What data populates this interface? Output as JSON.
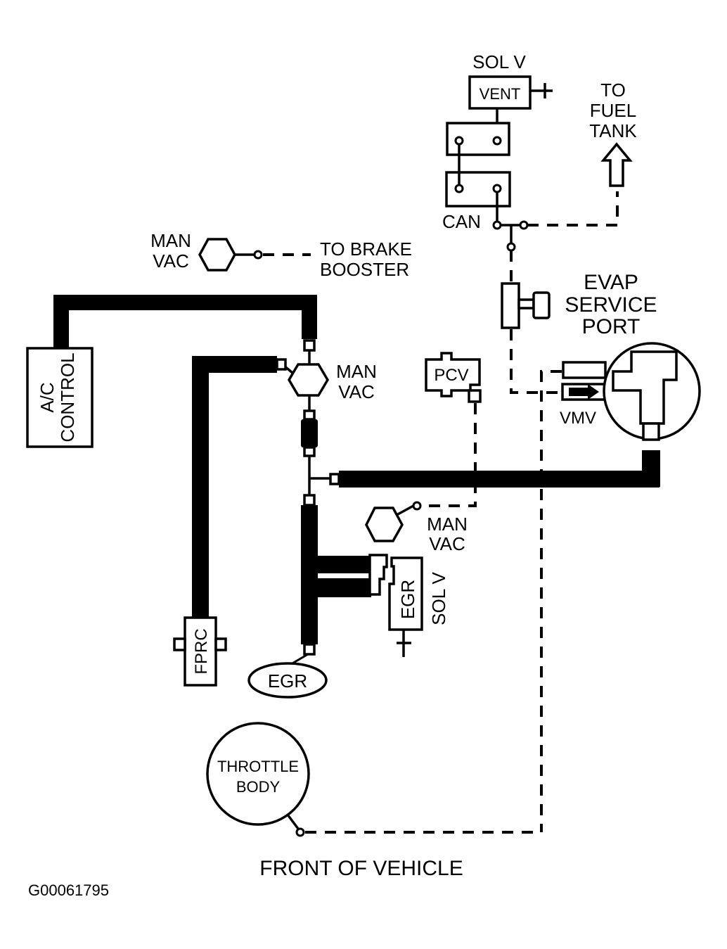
{
  "diagram": {
    "figure_id": "G00061795",
    "footer_caption": "FRONT OF VEHICLE",
    "components": {
      "vent_solenoid": {
        "caption": "SOL V",
        "label": "VENT",
        "power": "+"
      },
      "canister": {
        "label": "CAN"
      },
      "fuel_tank": {
        "line1": "TO",
        "line2": "FUEL",
        "line3": "TANK"
      },
      "evap_service_port": {
        "line1": "EVAP",
        "line2": "SERVICE",
        "line3": "PORT"
      },
      "vmv": {
        "label": "VMV"
      },
      "man_vac_brake": {
        "line1": "MAN",
        "line2": "VAC"
      },
      "brake_booster": {
        "line1": "TO BRAKE",
        "line2": "BOOSTER"
      },
      "ac_control": {
        "line1": "A/C",
        "line2": "CONTROL"
      },
      "man_vac_center": {
        "line1": "MAN",
        "line2": "VAC"
      },
      "pcv": {
        "label": "PCV"
      },
      "man_vac_lower": {
        "line1": "MAN",
        "line2": "VAC"
      },
      "egr_solenoid": {
        "label": "EGR",
        "caption": "SOL V",
        "power": "+"
      },
      "egr_valve": {
        "label": "EGR"
      },
      "fprc": {
        "label": "FPRC"
      },
      "throttle_body": {
        "line1": "THROTTLE",
        "line2": "BODY"
      }
    }
  }
}
